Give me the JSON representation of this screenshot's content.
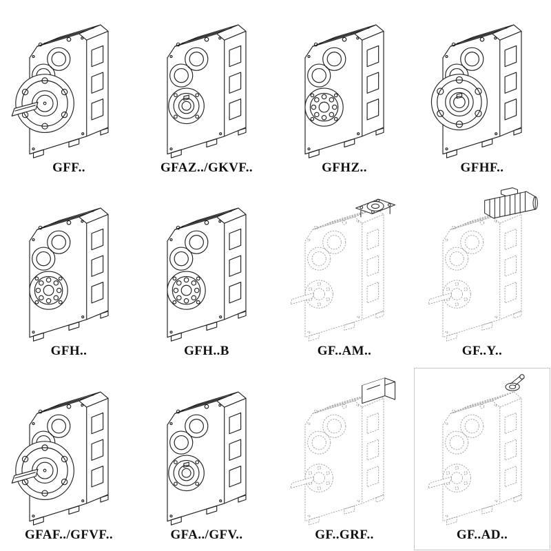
{
  "page": {
    "background": "#ffffff",
    "ink_color": "#1f1f1f",
    "phantom_ink_color": "#9a9a9a"
  },
  "catalog": {
    "cells": [
      {
        "label": "GFF..",
        "drawing": "gearbox-output-flange-with-shaft",
        "line_style": "solid"
      },
      {
        "label": "GFAZ../GKVF..",
        "drawing": "gearbox-hollow-shaft-flange",
        "line_style": "solid"
      },
      {
        "label": "GFHZ..",
        "drawing": "gearbox-hollow-shaft-bearing",
        "line_style": "solid"
      },
      {
        "label": "GFHF..",
        "drawing": "gearbox-output-flange",
        "line_style": "solid"
      },
      {
        "label": "GFH..",
        "drawing": "gearbox-foot-mounted",
        "line_style": "solid"
      },
      {
        "label": "GFH..B",
        "drawing": "gearbox-foot-mounted-b",
        "line_style": "solid"
      },
      {
        "label": "GF..AM..",
        "drawing": "gearbox-iec-adapter-flange",
        "line_style": "phantom"
      },
      {
        "label": "GF..Y..",
        "drawing": "gearbox-with-motor",
        "line_style": "phantom"
      },
      {
        "label": "GFAF../GFVF..",
        "drawing": "gearbox-output-flange-with-shaft",
        "line_style": "solid"
      },
      {
        "label": "GFA../GFV..",
        "drawing": "gearbox-hollow-shaft",
        "line_style": "solid"
      },
      {
        "label": "GF..GRF..",
        "drawing": "gearbox-cover-box-input",
        "line_style": "phantom"
      },
      {
        "label": "GF..AD..",
        "drawing": "gearbox-input-shaft-adapter",
        "line_style": "phantom"
      }
    ]
  }
}
